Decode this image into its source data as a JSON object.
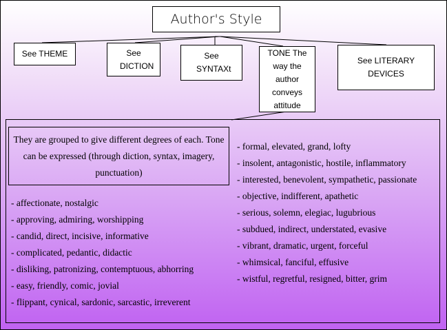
{
  "title": "Author's Style",
  "branches": [
    {
      "label": "See THEME"
    },
    {
      "label": "See DICTION"
    },
    {
      "label": "See SYNTAXt"
    },
    {
      "label": "TONE The way the author conveys attitude"
    },
    {
      "label": "See LITERARY DEVICES"
    }
  ],
  "note": "They are grouped to give different degrees of each. Tone can be expressed (through diction, syntax, imagery, punctuation)",
  "left_list": [
    "- affectionate, nostalgic",
    "- approving, admiring, worshipping",
    "- candid, direct, incisive, informative",
    "- complicated, pedantic, didactic",
    "- disliking, patronizing, contemptuous, abhorring",
    "- easy, friendly, comic, jovial",
    "- flippant, cynical, sardonic, sarcastic, irreverent"
  ],
  "right_list": [
    "- formal, elevated, grand, lofty",
    "- insolent, antagonistic, hostile, inflammatory",
    "- interested, benevolent, sympathetic, passionate",
    "- objective, indifferent, apathetic",
    "- serious, solemn, elegiac, lugubrious",
    "- subdued, indirect, understated, evasive",
    "- vibrant, dramatic, urgent, forceful",
    "- whimsical, fanciful, effusive",
    "- wistful, regretful, resigned, bitter, grim"
  ]
}
